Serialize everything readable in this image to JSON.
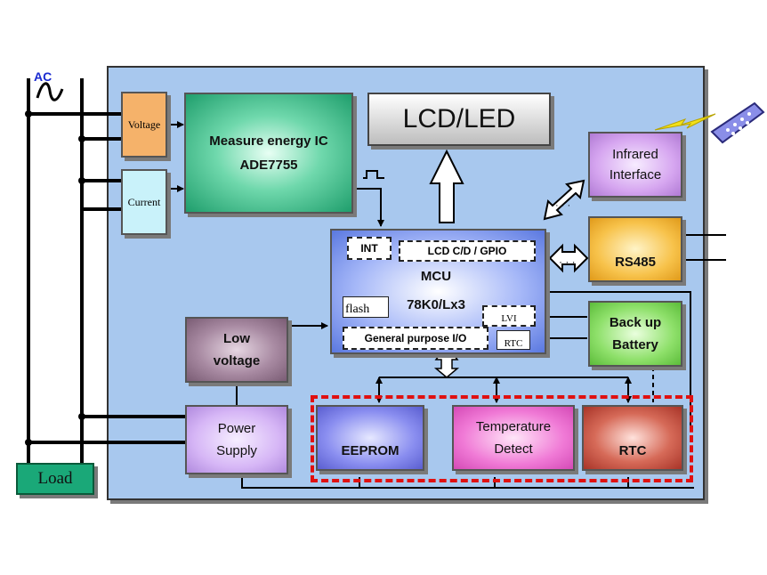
{
  "diagram": {
    "ac_label": "AC",
    "load_label": "Load",
    "voltage_label": "Voltage",
    "current_label": "Current",
    "measure_ic": {
      "line1": "Measure energy IC",
      "line2": "ADE7755"
    },
    "lcd_label": "LCD/LED",
    "infrared": {
      "line1": "Infrared",
      "line2": "Interface"
    },
    "rs485_label": "RS485",
    "backup_battery": {
      "line1": "Back up",
      "line2": "Battery"
    },
    "mcu": {
      "int_label": "INT",
      "lcd_gpio_label": "LCD C/D / GPIO",
      "title": "MCU",
      "model": "78K0/Lx3",
      "flash_label": "flash",
      "lvi_label": "LVI",
      "gpio_label": "General purpose I/O",
      "rtc_label": "RTC"
    },
    "low_voltage": {
      "line1": "Low",
      "line2": "voltage"
    },
    "power_supply": {
      "line1": "Power",
      "line2": "Supply"
    },
    "eeprom_label": "EEPROM",
    "temperature": {
      "line1": "Temperature",
      "line2": "Detect"
    },
    "rtc_label": "RTC",
    "colors": {
      "board": "#a8c8ee",
      "measure_ic": "#3cb98a",
      "voltage": "#f5b26a",
      "current": "#c9f2fa",
      "infrared": "#d6a6f0",
      "rs485": "#f7c24a",
      "backup": "#8ee06a",
      "low_voltage": "#8a6e86",
      "power_supply": "#d6b6f6",
      "eeprom": "#8a8ef0",
      "temperature": "#f07ad6",
      "rtc": "#c44a3a",
      "dashed_group": "#e01010",
      "load": "#1aa878"
    }
  }
}
